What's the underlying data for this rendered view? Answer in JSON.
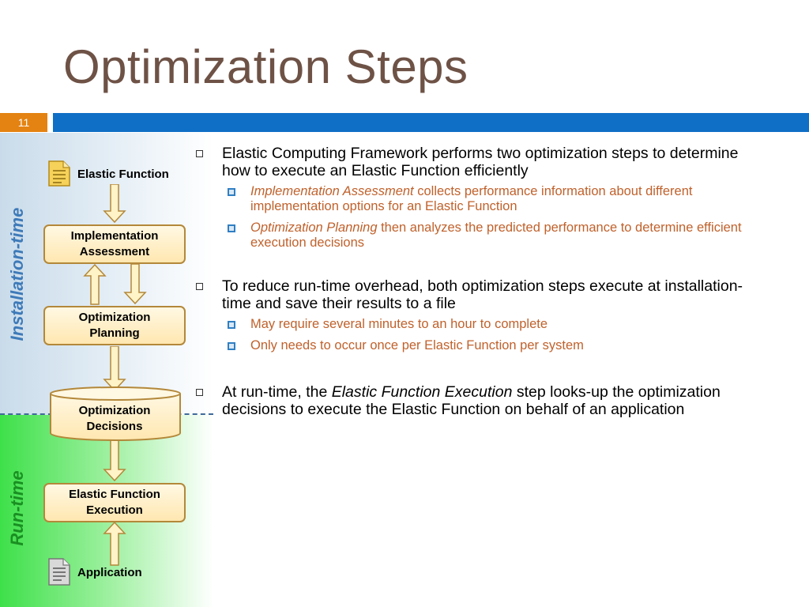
{
  "slide": {
    "title": "Optimization Steps",
    "number": "11",
    "colors": {
      "accent_orange": "#e48312",
      "accent_blue": "#0f6fc6",
      "title": "#6e5246",
      "sub_text": "#c0612b"
    }
  },
  "diagram": {
    "phase_installation": "Installation-time",
    "phase_runtime": "Run-time",
    "input_top": {
      "label": "Elastic Function",
      "icon": "document-icon"
    },
    "input_bottom": {
      "label": "Application",
      "icon": "document-icon"
    },
    "box_impl": "Implementation\nAssessment",
    "box_planning": "Optimization\nPlanning",
    "box_decisions": "Optimization\nDecisions",
    "box_execution": "Elastic Function\nExecution"
  },
  "bullets": {
    "b1": "Elastic Computing Framework performs two optimization steps to determine how to execute an Elastic Function efficiently",
    "b1_s1_em": "Implementation Assessment",
    "b1_s1_rest": " collects performance information about different implementation options for an Elastic Function",
    "b1_s2_em": "Optimization Planning",
    "b1_s2_rest": " then analyzes the predicted performance to determine efficient execution decisions",
    "b2": "To reduce run-time overhead, both optimization steps execute at installation-time and save their results to a file",
    "b2_s1": "May require several minutes to an hour to complete",
    "b2_s2": "Only needs to occur once per Elastic Function per system",
    "b3_pre": "At run-time, the ",
    "b3_em": "Elastic Function Execution",
    "b3_rest": " step looks-up the optimization decisions to execute the Elastic Function on behalf of an application"
  }
}
